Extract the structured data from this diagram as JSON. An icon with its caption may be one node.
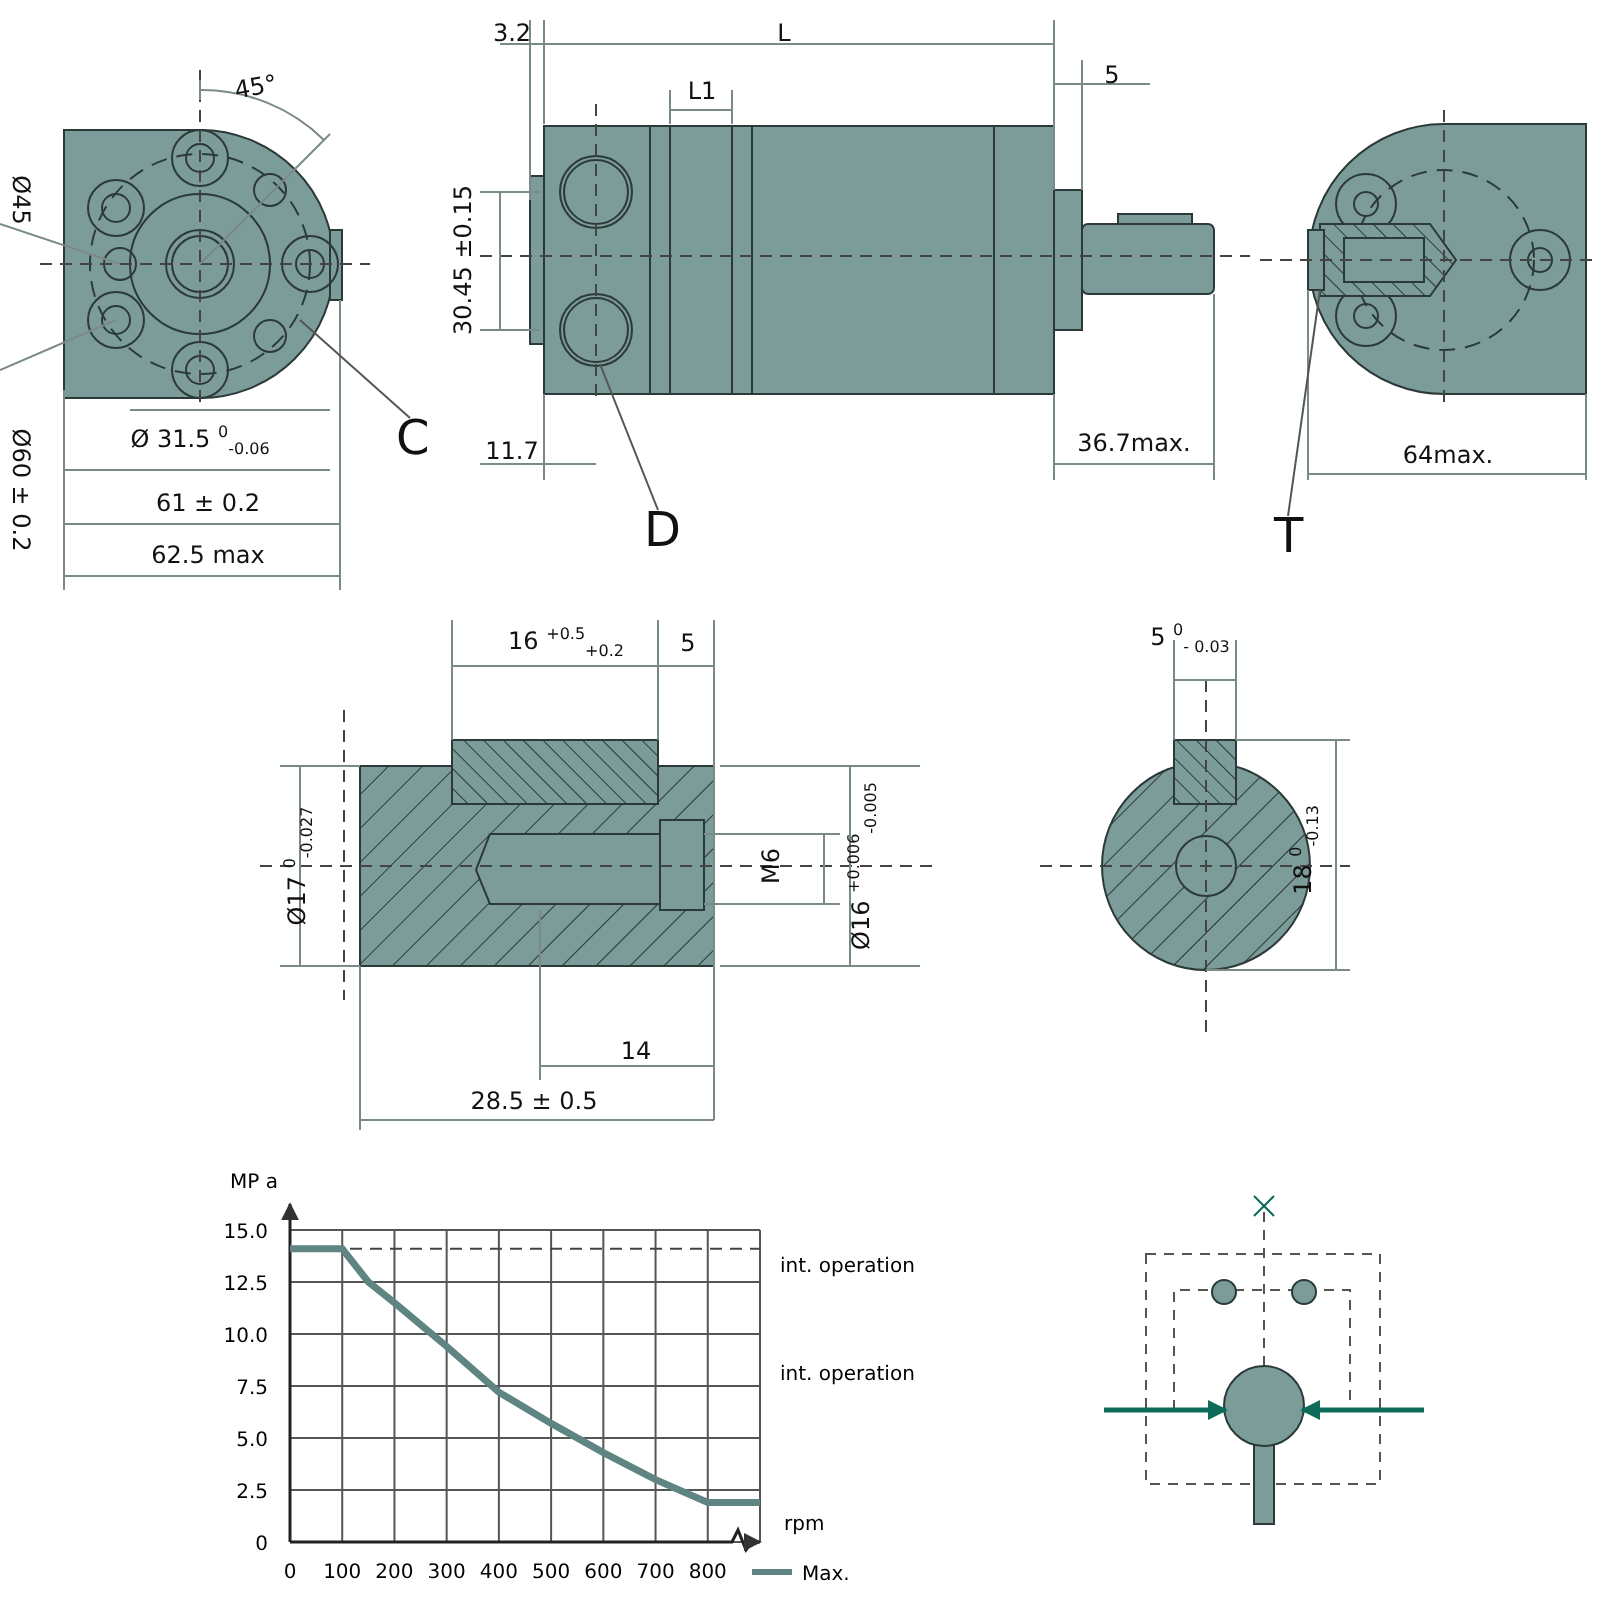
{
  "diagram": {
    "nodes": [
      {
        "text": [
          "C"
        ]
      },
      {
        "text": [
          "D"
        ]
      },
      {
        "text": [
          "T"
        ]
      }
    ],
    "edges": [
      {
        "from": 0,
        "to": null,
        "arrow": "none"
      },
      {
        "from": 1,
        "to": null,
        "arrow": "none"
      },
      {
        "from": 2,
        "to": null,
        "arrow": "none"
      }
    ],
    "labels": [
      "45°",
      "Ø45",
      "Ø60 ± 0.2",
      "Ø 31.5 $^{0}$$_{-0.06}$",
      "61 ± 0.2",
      "62.5 max",
      "3.2",
      "L",
      "L1",
      "5",
      "30.45 ±0.15",
      "11.7",
      "36.7max.",
      "64max.",
      "16 $^{+0.5}$$_{+0.2}$",
      "5",
      "Ø17 $^{0}$$_{-0.027}$",
      "M6",
      "Ø16 $^{+0.006}$$_{-0.005}$",
      "14",
      "28.5 ± 0.5",
      "5 $^{0}$$_{- 0.03}$",
      "18 $^{0}$$_{-0.13}$"
    ],
    "chart_data": {
      "type": "line",
      "xlabel": "rpm",
      "ylabel": "MP a",
      "x": [
        0,
        100,
        150,
        200,
        300,
        400,
        500,
        600,
        700,
        800,
        900
      ],
      "series": [
        {
          "name": "Max.",
          "color": "#5f8582",
          "values": [
            14.1,
            14.1,
            12.5,
            11.5,
            9.4,
            7.2,
            5.7,
            4.3,
            3.0,
            1.9,
            1.9
          ]
        }
      ],
      "xlim": [
        0,
        900
      ],
      "ylim": [
        0,
        15
      ],
      "grid": true,
      "ref_lines": [
        {
          "axis": "y",
          "value": 14.1
        }
      ],
      "xticks": [
        0,
        100,
        200,
        300,
        400,
        500,
        600,
        700,
        800
      ],
      "yticks": [
        0,
        2.5,
        {
          "value": 5,
          "label": "5.0"
        },
        7.5,
        {
          "value": 10,
          "label": "10.0"
        },
        12.5,
        {
          "value": 15,
          "label": "15.0"
        }
      ],
      "annotations": [
        "int. operation",
        "int. operation"
      ]
    }
  }
}
